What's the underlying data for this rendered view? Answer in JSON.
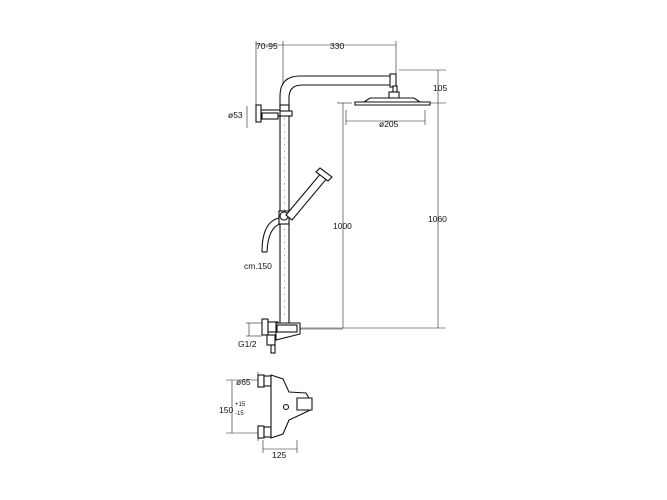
{
  "labels": {
    "offset": "70-95",
    "arm_length": "330",
    "head_drop": "105",
    "wall_flange_dia": "ø53",
    "head_dia": "ø205",
    "total_height": "1060",
    "bar_height": "1000",
    "hose_length": "cm.150",
    "thread": "G1/2",
    "flange_dia": "ø65",
    "centers": "150",
    "tol_plus": "+15",
    "tol_minus": "-15",
    "mixer_depth": "125"
  }
}
